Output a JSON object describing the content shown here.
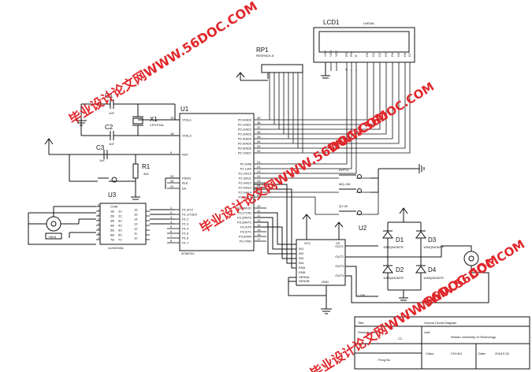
{
  "components": {
    "lcd": {
      "ref": "LCD1",
      "model": "LM016L",
      "pins": [
        "VSS",
        "VDD",
        "VEE",
        "RS",
        "RW",
        "E",
        "D0",
        "D1",
        "D2",
        "D3",
        "D4",
        "D5",
        "D6",
        "D7"
      ]
    },
    "rp": {
      "ref": "RP1",
      "model": "RESPACK-8"
    },
    "u1": {
      "ref": "U1",
      "model": "AT89C52",
      "left_pins": [
        {
          "num": "19",
          "name": "XTAL1"
        },
        {
          "num": "18",
          "name": "XTAL2"
        },
        {
          "num": "9",
          "name": "RST"
        },
        {
          "num": "29",
          "name": "PSEN"
        },
        {
          "num": "30",
          "name": "ALE"
        },
        {
          "num": "31",
          "name": "EA"
        },
        {
          "num": "1",
          "name": "P1.0/T2"
        },
        {
          "num": "2",
          "name": "P1.1/T2EX"
        },
        {
          "num": "3",
          "name": "P1.2"
        },
        {
          "num": "4",
          "name": "P1.3"
        },
        {
          "num": "5",
          "name": "P1.4"
        },
        {
          "num": "6",
          "name": "P1.5"
        },
        {
          "num": "7",
          "name": "P1.6"
        },
        {
          "num": "8",
          "name": "P1.7"
        }
      ],
      "right_pins": [
        {
          "num": "39",
          "name": "P0.0/AD0"
        },
        {
          "num": "38",
          "name": "P0.1/AD1"
        },
        {
          "num": "37",
          "name": "P0.2/AD2"
        },
        {
          "num": "36",
          "name": "P0.3/AD3"
        },
        {
          "num": "35",
          "name": "P0.4/AD4"
        },
        {
          "num": "34",
          "name": "P0.5/AD5"
        },
        {
          "num": "33",
          "name": "P0.6/AD6"
        },
        {
          "num": "32",
          "name": "P0.7/AD7"
        },
        {
          "num": "21",
          "name": "P2.0/A8"
        },
        {
          "num": "22",
          "name": "P2.1/A9"
        },
        {
          "num": "23",
          "name": "P2.2/A10"
        },
        {
          "num": "24",
          "name": "P2.3/A11"
        },
        {
          "num": "25",
          "name": "P2.4/A12"
        },
        {
          "num": "26",
          "name": "P2.5/A13"
        },
        {
          "num": "27",
          "name": "P2.6/A14"
        },
        {
          "num": "28",
          "name": "P2.7/A15"
        },
        {
          "num": "10",
          "name": "P3.0/RXD"
        },
        {
          "num": "11",
          "name": "P3.1/TXD"
        },
        {
          "num": "12",
          "name": "P3.2/INT0"
        },
        {
          "num": "13",
          "name": "P3.3/INT1"
        },
        {
          "num": "14",
          "name": "P3.4/T0"
        },
        {
          "num": "15",
          "name": "P3.5/T1"
        },
        {
          "num": "16",
          "name": "P3.6/WR"
        },
        {
          "num": "17",
          "name": "P3.7/RD"
        }
      ]
    },
    "x1": {
      "ref": "X1",
      "model": "CRYSTAL"
    },
    "c1": {
      "ref": "C1",
      "value": "1nF"
    },
    "c2": {
      "ref": "C2",
      "value": "1nF"
    },
    "c3": {
      "ref": "C3",
      "value": "1nF"
    },
    "r1": {
      "ref": "R1",
      "value": "300"
    },
    "u3": {
      "ref": "U3",
      "model": "ULN2003A",
      "left_pins": [
        {
          "num": "9",
          "name": "COM"
        },
        {
          "num": "1",
          "name": "1B"
        },
        {
          "num": "2",
          "name": "2B"
        },
        {
          "num": "3",
          "name": "3B"
        },
        {
          "num": "4",
          "name": "4B"
        },
        {
          "num": "5",
          "name": "5B"
        },
        {
          "num": "6",
          "name": "6B"
        },
        {
          "num": "7",
          "name": "7B"
        }
      ],
      "right_pins": [
        {
          "num": "16",
          "name": "1C"
        },
        {
          "num": "15",
          "name": "2C"
        },
        {
          "num": "14",
          "name": "3C"
        },
        {
          "num": "13",
          "name": "4C"
        },
        {
          "num": "12",
          "name": "5C"
        },
        {
          "num": "11",
          "name": "6C"
        },
        {
          "num": "10",
          "name": "7C"
        }
      ]
    },
    "motor1": {
      "value": "+88.8"
    },
    "u2": {
      "ref": "U2",
      "model": "L298",
      "top_pins": [
        "VCC",
        "VS"
      ],
      "left_pins": [
        "IN1",
        "IN2",
        "IN3",
        "IN4",
        "ENA",
        "ENB",
        "SENSA",
        "SENSB"
      ],
      "right_pins": [
        "OUT1",
        "OUT2",
        "OUT3",
        "OUT4"
      ],
      "bottom_pin": "GND"
    },
    "diodes": [
      {
        "ref": "D1",
        "model": "10MQ040NTR"
      },
      {
        "ref": "D3",
        "model": "10MQ040NTR"
      },
      {
        "ref": "D2",
        "model": "10MQ040NTR"
      },
      {
        "ref": "D4",
        "model": "10MQ040NTR"
      }
    ],
    "switches": [
      {
        "ref": "DHT11"
      },
      {
        "ref": "MQ-136"
      },
      {
        "ref": "QY-20"
      }
    ]
  },
  "title_block": {
    "title_label": "Title:",
    "title_value": "Overall Circuit Diagram",
    "sheet_label": "Sheet Number:",
    "sheet_value": "C1",
    "unit_label": "Unit:",
    "unit_value": "Wuhan University of Technology",
    "designer": "Feng Bo",
    "class_label": "Class:",
    "class_value": "CK1401",
    "date_label": "Date:",
    "date_value": "2018.5.30"
  },
  "watermarks": [
    {
      "brand": "毕业设计论文网",
      "url": "WWW.56DOC.COM"
    },
    {
      "brand": "毕业设计论文网",
      "url": "WWW.56DOC.COM"
    },
    {
      "brand": "毕业设计论文网",
      "url": "WWW.56DOC.COM"
    },
    {
      "brand": "毕业设计论文网",
      "url": "WWW.56DOC.COM"
    },
    {
      "brand": "毕业设计论文网",
      "url": "WWW.56DOC.COM"
    }
  ],
  "colors": {
    "wire": "#111111",
    "watermark": "#e0272b",
    "background": "#ffffff"
  }
}
